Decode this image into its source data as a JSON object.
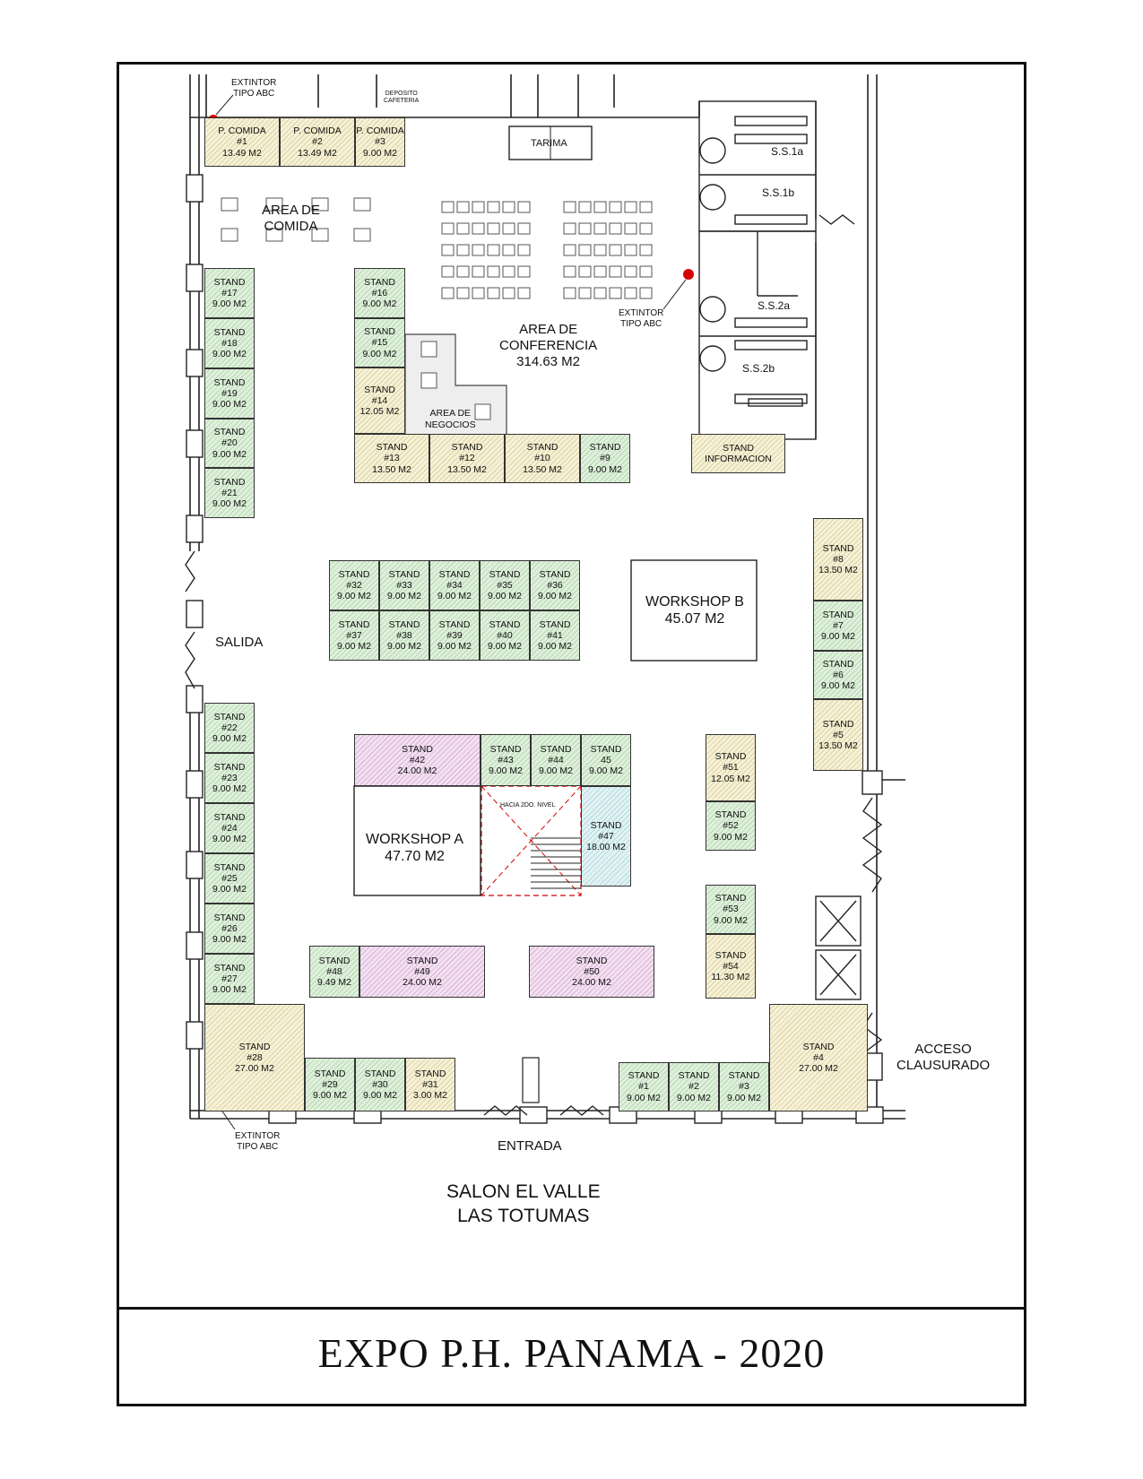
{
  "title": "EXPO P.H. PANAMA - 2020",
  "venue": {
    "line1": "SALON EL VALLE",
    "line2": "LAS TOTUMAS"
  },
  "labels": {
    "salida": "SALIDA",
    "entrada": "ENTRADA",
    "acceso_line1": "ACCESO",
    "acceso_line2": "CLAUSURADO",
    "tarima": "TARIMA",
    "deposito_line1": "DEPOSITO",
    "deposito_line2": "CAFETERIA",
    "area_comida_line1": "AREA DE",
    "area_comida_line2": "COMIDA",
    "conferencia_line1": "AREA DE",
    "conferencia_line2": "CONFERENCIA",
    "conferencia_area": "314.63 M2",
    "negocios_line1": "AREA DE",
    "negocios_line2": "NEGOCIOS",
    "workshop_a": "WORKSHOP A",
    "workshop_a_area": "47.70 M2",
    "workshop_b": "WORKSHOP B",
    "workshop_b_area": "45.07 M2",
    "hacia": "HACIA 2DO. NIVEL",
    "ss1a": "S.S.1a",
    "ss1b": "S.S.1b",
    "ss2a": "S.S.2a",
    "ss2b": "S.S.2b",
    "extintor_line1": "EXTINTOR",
    "extintor_line2": "TIPO ABC"
  },
  "food_stands": [
    {
      "name": "P. COMIDA",
      "num": "#1",
      "area": "13.49 M2"
    },
    {
      "name": "P. COMIDA",
      "num": "#2",
      "area": "13.49 M2"
    },
    {
      "name": "P. COMIDA",
      "num": "#3",
      "area": "9.00 M2"
    }
  ],
  "stands": [
    {
      "name": "STAND",
      "num": "#1",
      "area": "9.00 M2"
    },
    {
      "name": "STAND",
      "num": "#2",
      "area": "9.00 M2"
    },
    {
      "name": "STAND",
      "num": "#3",
      "area": "9.00 M2"
    },
    {
      "name": "STAND",
      "num": "#4",
      "area": "27.00 M2"
    },
    {
      "name": "STAND",
      "num": "#5",
      "area": "13.50 M2"
    },
    {
      "name": "STAND",
      "num": "#6",
      "area": "9.00 M2"
    },
    {
      "name": "STAND",
      "num": "#7",
      "area": "9.00 M2"
    },
    {
      "name": "STAND",
      "num": "#8",
      "area": "13.50 M2"
    },
    {
      "name": "STAND",
      "num": "#9",
      "area": "9.00 M2"
    },
    {
      "name": "STAND",
      "num": "#10",
      "area": "13.50 M2"
    },
    {
      "name": "STAND",
      "num": "#12",
      "area": "13.50 M2"
    },
    {
      "name": "STAND",
      "num": "#13",
      "area": "13.50 M2"
    },
    {
      "name": "STAND",
      "num": "#14",
      "area": "12.05 M2"
    },
    {
      "name": "STAND",
      "num": "#15",
      "area": "9.00 M2"
    },
    {
      "name": "STAND",
      "num": "#16",
      "area": "9.00 M2"
    },
    {
      "name": "STAND",
      "num": "#17",
      "area": "9.00 M2"
    },
    {
      "name": "STAND",
      "num": "#18",
      "area": "9.00 M2"
    },
    {
      "name": "STAND",
      "num": "#19",
      "area": "9.00 M2"
    },
    {
      "name": "STAND",
      "num": "#20",
      "area": "9.00 M2"
    },
    {
      "name": "STAND",
      "num": "#21",
      "area": "9.00 M2"
    },
    {
      "name": "STAND",
      "num": "#22",
      "area": "9.00 M2"
    },
    {
      "name": "STAND",
      "num": "#23",
      "area": "9.00 M2"
    },
    {
      "name": "STAND",
      "num": "#24",
      "area": "9.00 M2"
    },
    {
      "name": "STAND",
      "num": "#25",
      "area": "9.00 M2"
    },
    {
      "name": "STAND",
      "num": "#26",
      "area": "9.00 M2"
    },
    {
      "name": "STAND",
      "num": "#27",
      "area": "9.00 M2"
    },
    {
      "name": "STAND",
      "num": "#28",
      "area": "27.00 M2"
    },
    {
      "name": "STAND",
      "num": "#29",
      "area": "9.00 M2"
    },
    {
      "name": "STAND",
      "num": "#30",
      "area": "9.00 M2"
    },
    {
      "name": "STAND",
      "num": "#31",
      "area": "3.00 M2"
    },
    {
      "name": "STAND",
      "num": "#32",
      "area": "9.00 M2"
    },
    {
      "name": "STAND",
      "num": "#33",
      "area": "9.00 M2"
    },
    {
      "name": "STAND",
      "num": "#34",
      "area": "9.00 M2"
    },
    {
      "name": "STAND",
      "num": "#35",
      "area": "9.00 M2"
    },
    {
      "name": "STAND",
      "num": "#36",
      "area": "9.00 M2"
    },
    {
      "name": "STAND",
      "num": "#37",
      "area": "9.00 M2"
    },
    {
      "name": "STAND",
      "num": "#38",
      "area": "9.00 M2"
    },
    {
      "name": "STAND",
      "num": "#39",
      "area": "9.00 M2"
    },
    {
      "name": "STAND",
      "num": "#40",
      "area": "9.00 M2"
    },
    {
      "name": "STAND",
      "num": "#41",
      "area": "9.00 M2"
    },
    {
      "name": "STAND",
      "num": "#42",
      "area": "24.00 M2"
    },
    {
      "name": "STAND",
      "num": "#43",
      "area": "9.00 M2"
    },
    {
      "name": "STAND",
      "num": "#44",
      "area": "9.00 M2"
    },
    {
      "name": "STAND",
      "num": "45",
      "area": "9.00 M2"
    },
    {
      "name": "STAND",
      "num": "#47",
      "area": "18.00 M2"
    },
    {
      "name": "STAND",
      "num": "#48",
      "area": "9.49 M2"
    },
    {
      "name": "STAND",
      "num": "#49",
      "area": "24.00 M2"
    },
    {
      "name": "STAND",
      "num": "#50",
      "area": "24.00 M2"
    },
    {
      "name": "STAND",
      "num": "#51",
      "area": "12.05 M2"
    },
    {
      "name": "STAND",
      "num": "#52",
      "area": "9.00 M2"
    },
    {
      "name": "STAND",
      "num": "#53",
      "area": "9.00 M2"
    },
    {
      "name": "STAND",
      "num": "#54",
      "area": "11.30 M2"
    }
  ],
  "info_stand": {
    "line1": "STAND",
    "line2": "INFORMACION"
  },
  "colors": {
    "green": "#dff0dc",
    "yellow": "#f6f1d8",
    "pink": "#f3e1f2",
    "cyan": "#e2f3f4",
    "extinguisher": "#d40000",
    "stairs_lines": "#d40000"
  }
}
